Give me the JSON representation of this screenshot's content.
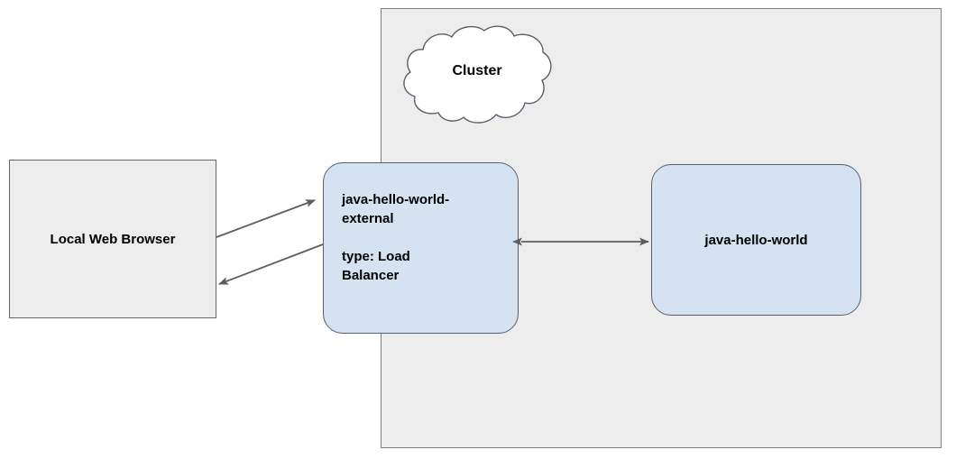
{
  "diagram": {
    "title": "Kubernetes service exposure diagram",
    "background": "#ffffff",
    "colors": {
      "container_fill": "#ededed",
      "container_stroke": "#808080",
      "node_fill": "#d4e2f2",
      "node_stroke": "#58606b",
      "plain_fill": "#ededed",
      "plain_stroke": "#666666",
      "cloud_fill": "#ffffff",
      "cloud_stroke": "#58606b",
      "edge_stroke": "#5e5e5e",
      "text": "#000000"
    },
    "container": {
      "name": "cluster-container",
      "label": ""
    },
    "cloud": {
      "name": "cluster-cloud",
      "label": "Cluster"
    },
    "nodes": [
      {
        "id": "local-web-browser",
        "label": "Local Web Browser",
        "shape": "rectangle",
        "fill": "#ededed"
      },
      {
        "id": "java-hello-world-external",
        "line1": "java-hello-world-",
        "line2": "external",
        "line3": "type: Load",
        "line4": "Balancer",
        "shape": "rounded-rectangle",
        "fill": "#d4e2f2"
      },
      {
        "id": "java-hello-world",
        "label": "java-hello-world",
        "shape": "rounded-rectangle",
        "fill": "#d4e2f2"
      }
    ],
    "edges": [
      {
        "id": "browser-to-loadbalancer",
        "from": "local-web-browser",
        "to": "java-hello-world-external",
        "arrowheads": "end",
        "label": ""
      },
      {
        "id": "loadbalancer-to-browser",
        "from": "java-hello-world-external",
        "to": "local-web-browser",
        "arrowheads": "end",
        "label": ""
      },
      {
        "id": "loadbalancer-to-service",
        "from": "java-hello-world-external",
        "to": "java-hello-world",
        "arrowheads": "both",
        "label": ""
      }
    ]
  }
}
